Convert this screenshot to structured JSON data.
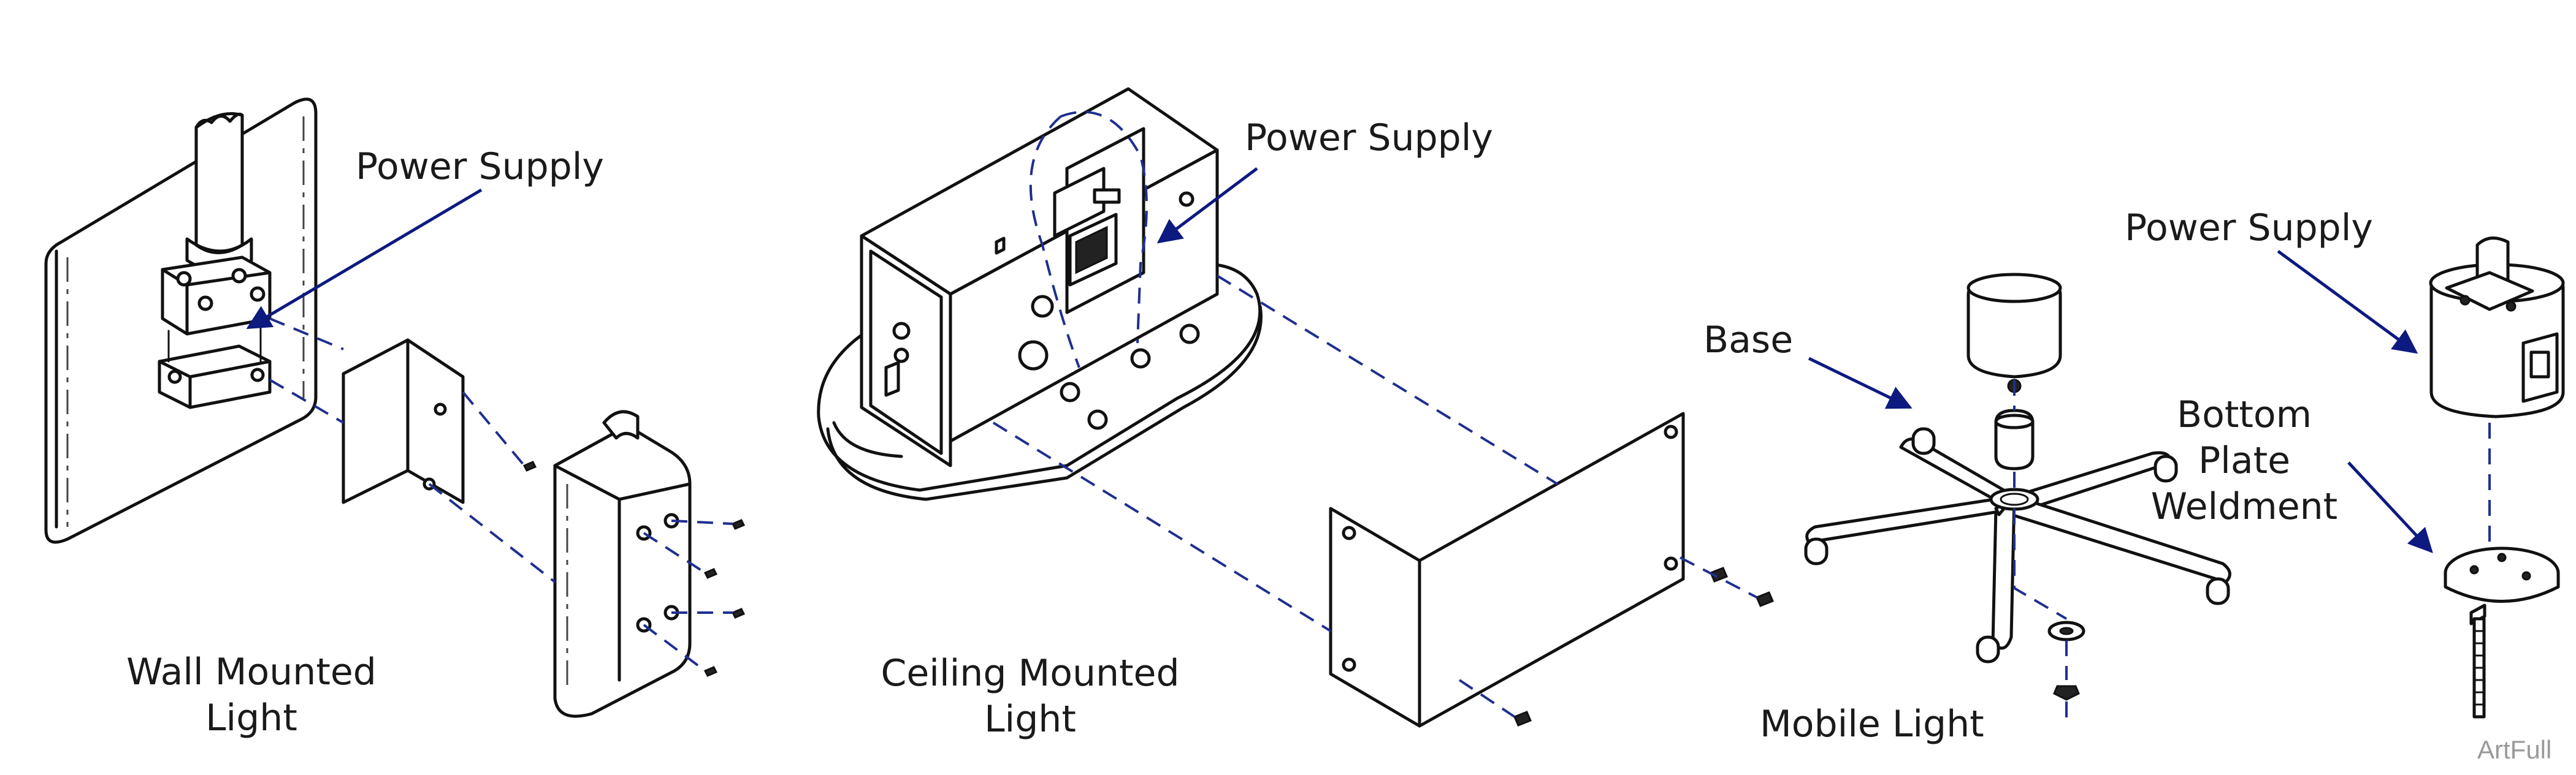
{
  "diagram": {
    "labels": {
      "wall_power_supply": "Power Supply",
      "wall_light_line1": "Wall Mounted",
      "wall_light_line2": "Light",
      "ceiling_power_supply": "Power Supply",
      "ceiling_light_line1": "Ceiling Mounted",
      "ceiling_light_line2": "Light",
      "base": "Base",
      "mobile_light": "Mobile Light",
      "mobile_power_supply": "Power Supply",
      "bottom_plate_line1": "Bottom",
      "bottom_plate_line2": "Plate",
      "bottom_plate_line3": "Weldment"
    },
    "watermark": "ArtFull",
    "colors": {
      "leader_arrow": "#0d1a80",
      "dashed_assembly_line": "#1f2f8f",
      "line_art": "#111111",
      "watermark": "#9a9a9a"
    }
  }
}
